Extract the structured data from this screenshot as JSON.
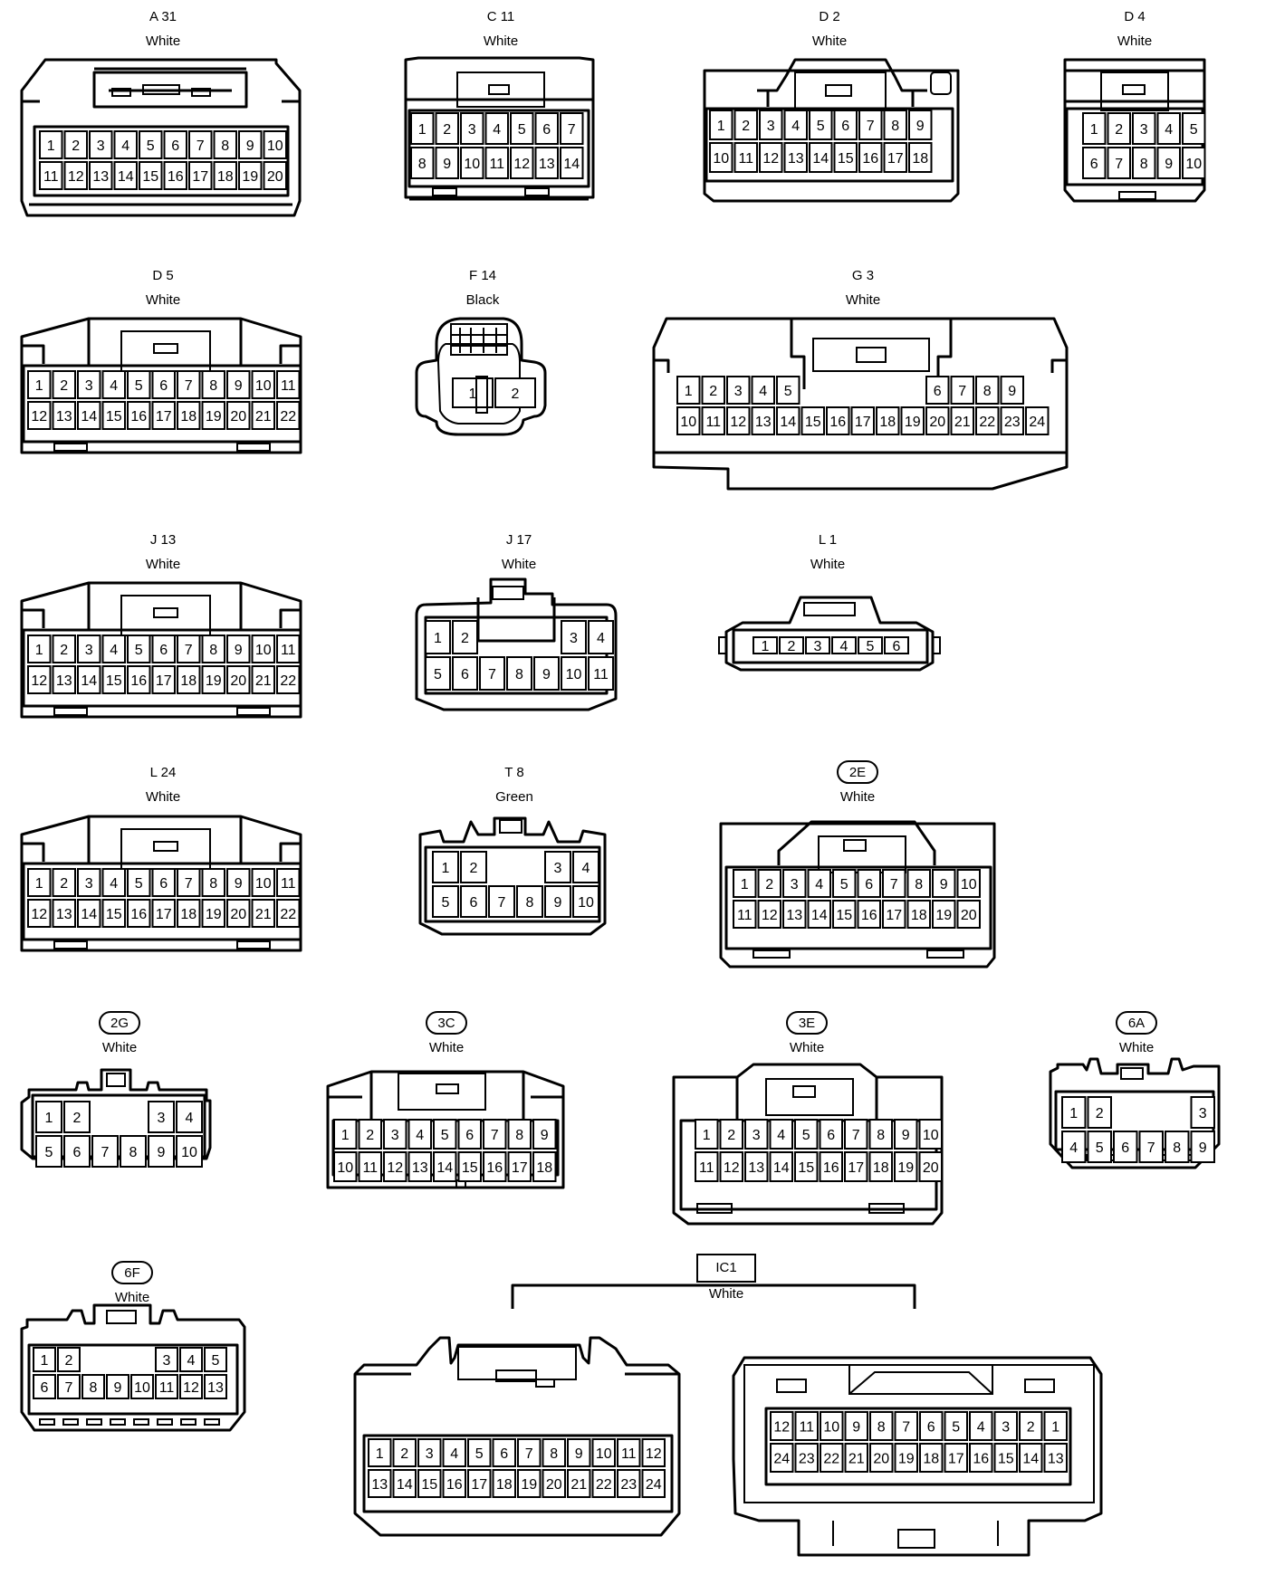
{
  "connectors": [
    {
      "code": "A 31",
      "color": "White",
      "badge": false,
      "rows": [
        [
          "1",
          "2",
          "3",
          "4",
          "5",
          "6",
          "7",
          "8",
          "9",
          "10"
        ],
        [
          "11",
          "12",
          "13",
          "14",
          "15",
          "16",
          "17",
          "18",
          "19",
          "20"
        ]
      ]
    },
    {
      "code": "C 11",
      "color": "White",
      "badge": false,
      "rows": [
        [
          "1",
          "2",
          "3",
          "4",
          "5",
          "6",
          "7"
        ],
        [
          "8",
          "9",
          "10",
          "11",
          "12",
          "13",
          "14"
        ]
      ]
    },
    {
      "code": "D 2",
      "color": "White",
      "badge": false,
      "rows": [
        [
          "1",
          "2",
          "3",
          "4",
          "5",
          "6",
          "7",
          "8",
          "9"
        ],
        [
          "10",
          "11",
          "12",
          "13",
          "14",
          "15",
          "16",
          "17",
          "18"
        ]
      ]
    },
    {
      "code": "D 4",
      "color": "White",
      "badge": false,
      "rows": [
        [
          "1",
          "2",
          "3",
          "4",
          "5"
        ],
        [
          "6",
          "7",
          "8",
          "9",
          "10"
        ]
      ]
    },
    {
      "code": "D 5",
      "color": "White",
      "badge": false,
      "rows": [
        [
          "1",
          "2",
          "3",
          "4",
          "5",
          "6",
          "7",
          "8",
          "9",
          "10",
          "11"
        ],
        [
          "12",
          "13",
          "14",
          "15",
          "16",
          "17",
          "18",
          "19",
          "20",
          "21",
          "22"
        ]
      ]
    },
    {
      "code": "F 14",
      "color": "Black",
      "badge": false,
      "rows": [
        [
          "1",
          "2"
        ]
      ]
    },
    {
      "code": "G 3",
      "color": "White",
      "badge": false,
      "rows": [
        [
          "1",
          "2",
          "3",
          "4",
          "5",
          "",
          "",
          "",
          "",
          "",
          "6",
          "7",
          "8",
          "9"
        ],
        [
          "10",
          "11",
          "12",
          "13",
          "14",
          "15",
          "16",
          "17",
          "18",
          "19",
          "20",
          "21",
          "22",
          "23",
          "24"
        ]
      ]
    },
    {
      "code": "J 13",
      "color": "White",
      "badge": false,
      "rows": [
        [
          "1",
          "2",
          "3",
          "4",
          "5",
          "6",
          "7",
          "8",
          "9",
          "10",
          "11"
        ],
        [
          "12",
          "13",
          "14",
          "15",
          "16",
          "17",
          "18",
          "19",
          "20",
          "21",
          "22"
        ]
      ]
    },
    {
      "code": "J 17",
      "color": "White",
      "badge": false,
      "rows": [
        [
          "1",
          "2",
          "",
          "",
          "",
          "3",
          "4"
        ],
        [
          "5",
          "6",
          "7",
          "8",
          "9",
          "10",
          "11"
        ]
      ]
    },
    {
      "code": "L 1",
      "color": "White",
      "badge": false,
      "rows": [
        [
          "1",
          "2",
          "3",
          "4",
          "5",
          "6"
        ]
      ]
    },
    {
      "code": "L 24",
      "color": "White",
      "badge": false,
      "rows": [
        [
          "1",
          "2",
          "3",
          "4",
          "5",
          "6",
          "7",
          "8",
          "9",
          "10",
          "11"
        ],
        [
          "12",
          "13",
          "14",
          "15",
          "16",
          "17",
          "18",
          "19",
          "20",
          "21",
          "22"
        ]
      ]
    },
    {
      "code": "T 8",
      "color": "Green",
      "badge": false,
      "rows": [
        [
          "1",
          "2",
          "",
          "",
          "3",
          "4"
        ],
        [
          "5",
          "6",
          "7",
          "8",
          "9",
          "10"
        ]
      ]
    },
    {
      "code": "2E",
      "color": "White",
      "badge": true,
      "rows": [
        [
          "1",
          "2",
          "3",
          "4",
          "5",
          "6",
          "7",
          "8",
          "9",
          "10"
        ],
        [
          "11",
          "12",
          "13",
          "14",
          "15",
          "16",
          "17",
          "18",
          "19",
          "20"
        ]
      ]
    },
    {
      "code": "2G",
      "color": "White",
      "badge": true,
      "rows": [
        [
          "1",
          "2",
          "",
          "",
          "3",
          "4"
        ],
        [
          "5",
          "6",
          "7",
          "8",
          "9",
          "10"
        ]
      ]
    },
    {
      "code": "3C",
      "color": "White",
      "badge": true,
      "rows": [
        [
          "1",
          "2",
          "3",
          "4",
          "5",
          "6",
          "7",
          "8",
          "9"
        ],
        [
          "10",
          "11",
          "12",
          "13",
          "14",
          "15",
          "16",
          "17",
          "18"
        ]
      ]
    },
    {
      "code": "3E",
      "color": "White",
      "badge": true,
      "rows": [
        [
          "1",
          "2",
          "3",
          "4",
          "5",
          "6",
          "7",
          "8",
          "9",
          "10"
        ],
        [
          "11",
          "12",
          "13",
          "14",
          "15",
          "16",
          "17",
          "18",
          "19",
          "20"
        ]
      ]
    },
    {
      "code": "6A",
      "color": "White",
      "badge": true,
      "rows": [
        [
          "1",
          "2",
          "",
          "",
          "",
          "3"
        ],
        [
          "4",
          "5",
          "6",
          "7",
          "8",
          "9"
        ]
      ]
    },
    {
      "code": "6F",
      "color": "White",
      "badge": true,
      "rows": [
        [
          "1",
          "2",
          "",
          "",
          "",
          "3",
          "4",
          "5"
        ],
        [
          "6",
          "7",
          "8",
          "9",
          "10",
          "11",
          "12",
          "13"
        ]
      ]
    },
    {
      "code": "IC1",
      "color": "White",
      "badge": "box",
      "rows": [
        [
          "1",
          "2",
          "3",
          "4",
          "5",
          "6",
          "7",
          "8",
          "9",
          "10",
          "11",
          "12"
        ],
        [
          "13",
          "14",
          "15",
          "16",
          "17",
          "18",
          "19",
          "20",
          "21",
          "22",
          "23",
          "24"
        ]
      ]
    },
    {
      "code": "",
      "color": "",
      "badge": false,
      "rows": [
        [
          "12",
          "11",
          "10",
          "9",
          "8",
          "7",
          "6",
          "5",
          "4",
          "3",
          "2",
          "1"
        ],
        [
          "24",
          "23",
          "22",
          "21",
          "20",
          "19",
          "18",
          "17",
          "16",
          "15",
          "14",
          "13"
        ]
      ]
    }
  ]
}
